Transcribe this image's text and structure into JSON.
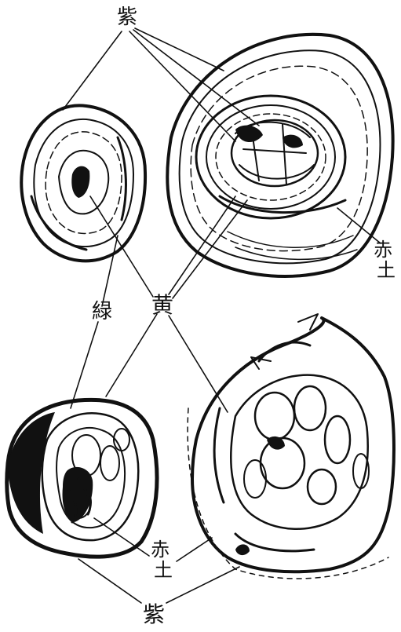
{
  "labels": {
    "purple_top": "紫",
    "red_earth_right": "赤\n土",
    "green_left": "緑",
    "yellow_center": "黄",
    "red_earth_bottom": "赤\n土",
    "purple_bottom": "紫"
  },
  "colors": {
    "ink": "#111111",
    "paper": "#ffffff"
  }
}
